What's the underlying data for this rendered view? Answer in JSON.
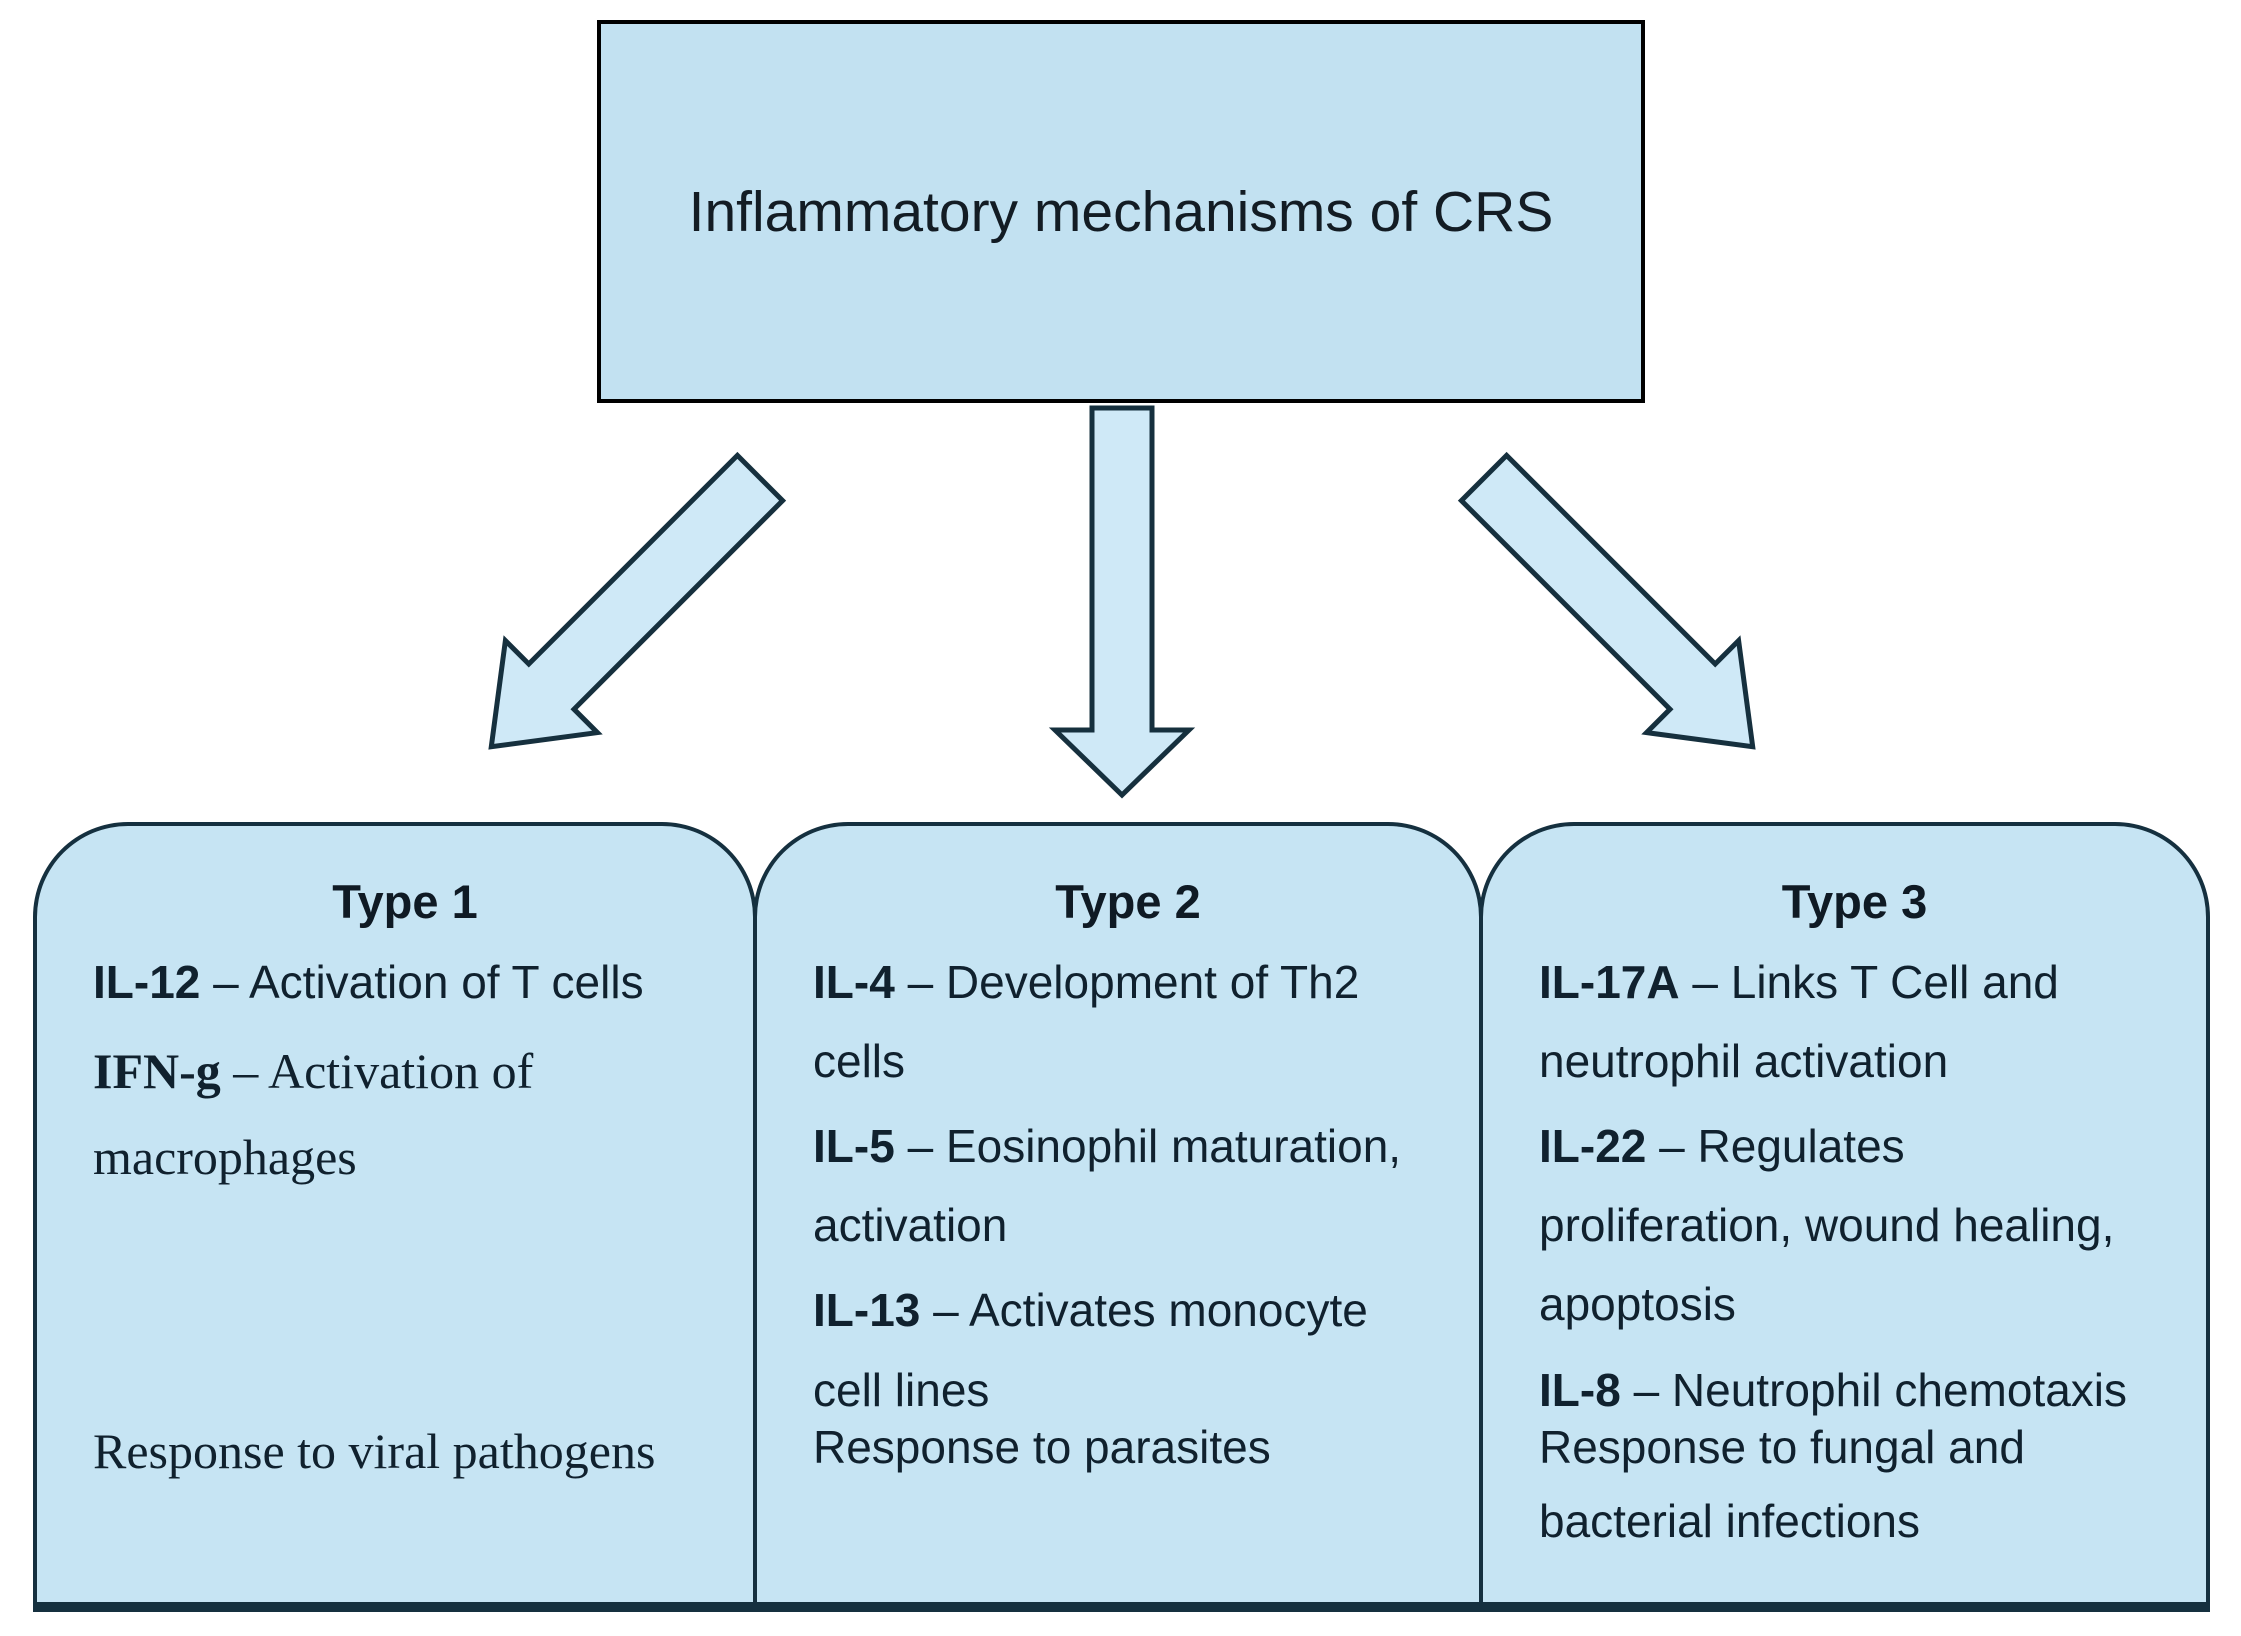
{
  "title_box": {
    "label": "Inflammatory mechanisms of CRS"
  },
  "columns": [
    {
      "heading": "Type 1",
      "items": [
        {
          "marker": "IL-12",
          "desc": "– Activation of T cells"
        },
        {
          "marker": "IFN-g",
          "desc": "– Activation of macrophages"
        }
      ],
      "response": "Response to viral pathogens"
    },
    {
      "heading": "Type 2",
      "items": [
        {
          "marker": "IL-4",
          "desc": "– Development of Th2 cells"
        },
        {
          "marker": "IL-5",
          "desc": "– Eosinophil maturation, activation"
        },
        {
          "marker": "IL-13",
          "desc": "– Activates monocyte cell lines"
        }
      ],
      "response": "Response to parasites"
    },
    {
      "heading": "Type 3",
      "items": [
        {
          "marker": "IL-17A",
          "desc": "– Links T Cell and neutrophil activation"
        },
        {
          "marker": "IL-22",
          "desc": "– Regulates proliferation, wound healing, apoptosis"
        },
        {
          "marker": "IL-8",
          "desc": "– Neutrophil chemotaxis"
        }
      ],
      "response": "Response to fungal and bacterial infections"
    }
  ],
  "colors": {
    "background": "#ffffff",
    "box_fill": "#c6e4f3",
    "title_box_fill": "#c2e1f1",
    "arrow_fill": "#cfe9f7",
    "outline": "#15303f",
    "title_border": "#000000",
    "text": "#10212e"
  }
}
